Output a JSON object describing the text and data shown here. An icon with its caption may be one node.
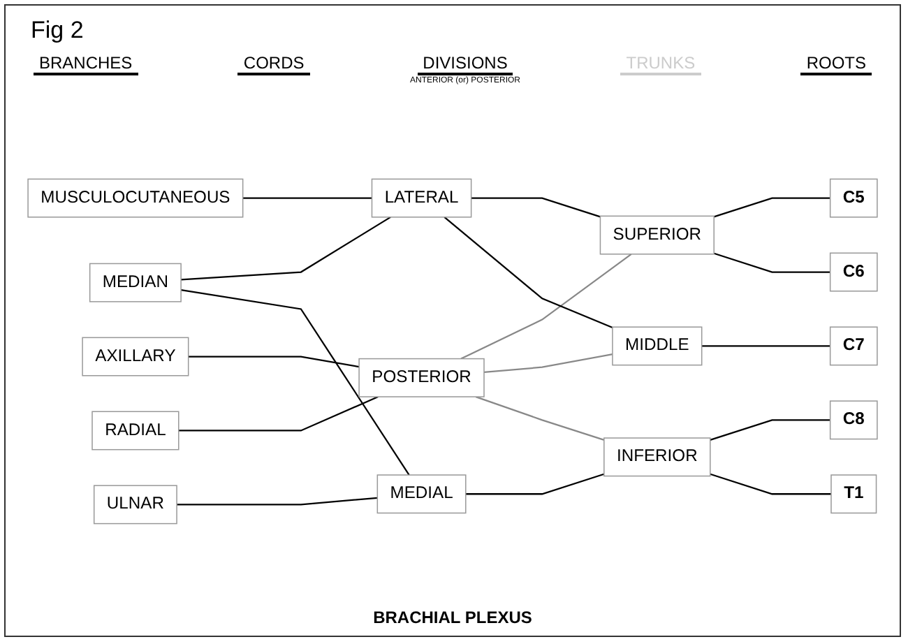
{
  "diagram": {
    "title": "Fig 2",
    "caption": "BRACHIAL PLEXUS",
    "nodes": [
      {
        "text": [
          "C5"
        ]
      },
      {
        "text": [
          "MUSCULOCUTANEOUS"
        ]
      },
      {
        "text": [
          "LATERAL"
        ]
      },
      {
        "text": [
          "SUPERIOR"
        ]
      },
      {
        "text": [
          "AXILLARY"
        ]
      },
      {
        "text": [
          "C6"
        ]
      },
      {
        "text": [
          "MEDIAN"
        ]
      },
      {
        "text": [
          "POSTERIOR"
        ]
      },
      {
        "text": [
          "MIDDLE"
        ]
      },
      {
        "text": [
          "C7"
        ]
      },
      {
        "text": [
          "RADIAL"
        ]
      },
      {
        "text": [
          "C8"
        ]
      },
      {
        "text": [
          "ULNAR"
        ]
      },
      {
        "text": [
          "MEDIAL"
        ]
      },
      {
        "text": [
          "INFERIOR"
        ]
      },
      {
        "text": [
          "T1"
        ]
      }
    ],
    "edges": [
      {
        "from": 0,
        "to": 3,
        "arrow": "none"
      },
      {
        "from": 5,
        "to": 3,
        "arrow": "none"
      },
      {
        "from": 9,
        "to": 8,
        "arrow": "none"
      },
      {
        "from": 11,
        "to": 14,
        "arrow": "none"
      },
      {
        "from": 15,
        "to": 14,
        "arrow": "none"
      },
      {
        "from": 3,
        "to": 2,
        "arrow": "none"
      },
      {
        "from": 3,
        "to": 7,
        "arrow": "none",
        "color": "#888888"
      },
      {
        "from": 8,
        "to": 2,
        "arrow": "none"
      },
      {
        "from": 8,
        "to": 7,
        "arrow": "none",
        "color": "#888888"
      },
      {
        "from": 14,
        "to": 7,
        "arrow": "none",
        "color": "#888888"
      },
      {
        "from": 14,
        "to": 13,
        "arrow": "none"
      },
      {
        "from": 2,
        "to": 1,
        "arrow": "none"
      },
      {
        "from": 2,
        "to": 6,
        "arrow": "none"
      },
      {
        "from": 7,
        "to": 4,
        "arrow": "none"
      },
      {
        "from": 7,
        "to": 10,
        "arrow": "none"
      },
      {
        "from": 13,
        "to": 6,
        "arrow": "none"
      },
      {
        "from": 13,
        "to": 12,
        "arrow": "none"
      }
    ],
    "labels": [
      "BRANCHES",
      "CORDS",
      "DIVISIONS",
      "ANTERIOR (or) POSTERIOR",
      "TRUNKS",
      "ROOTS"
    ]
  }
}
